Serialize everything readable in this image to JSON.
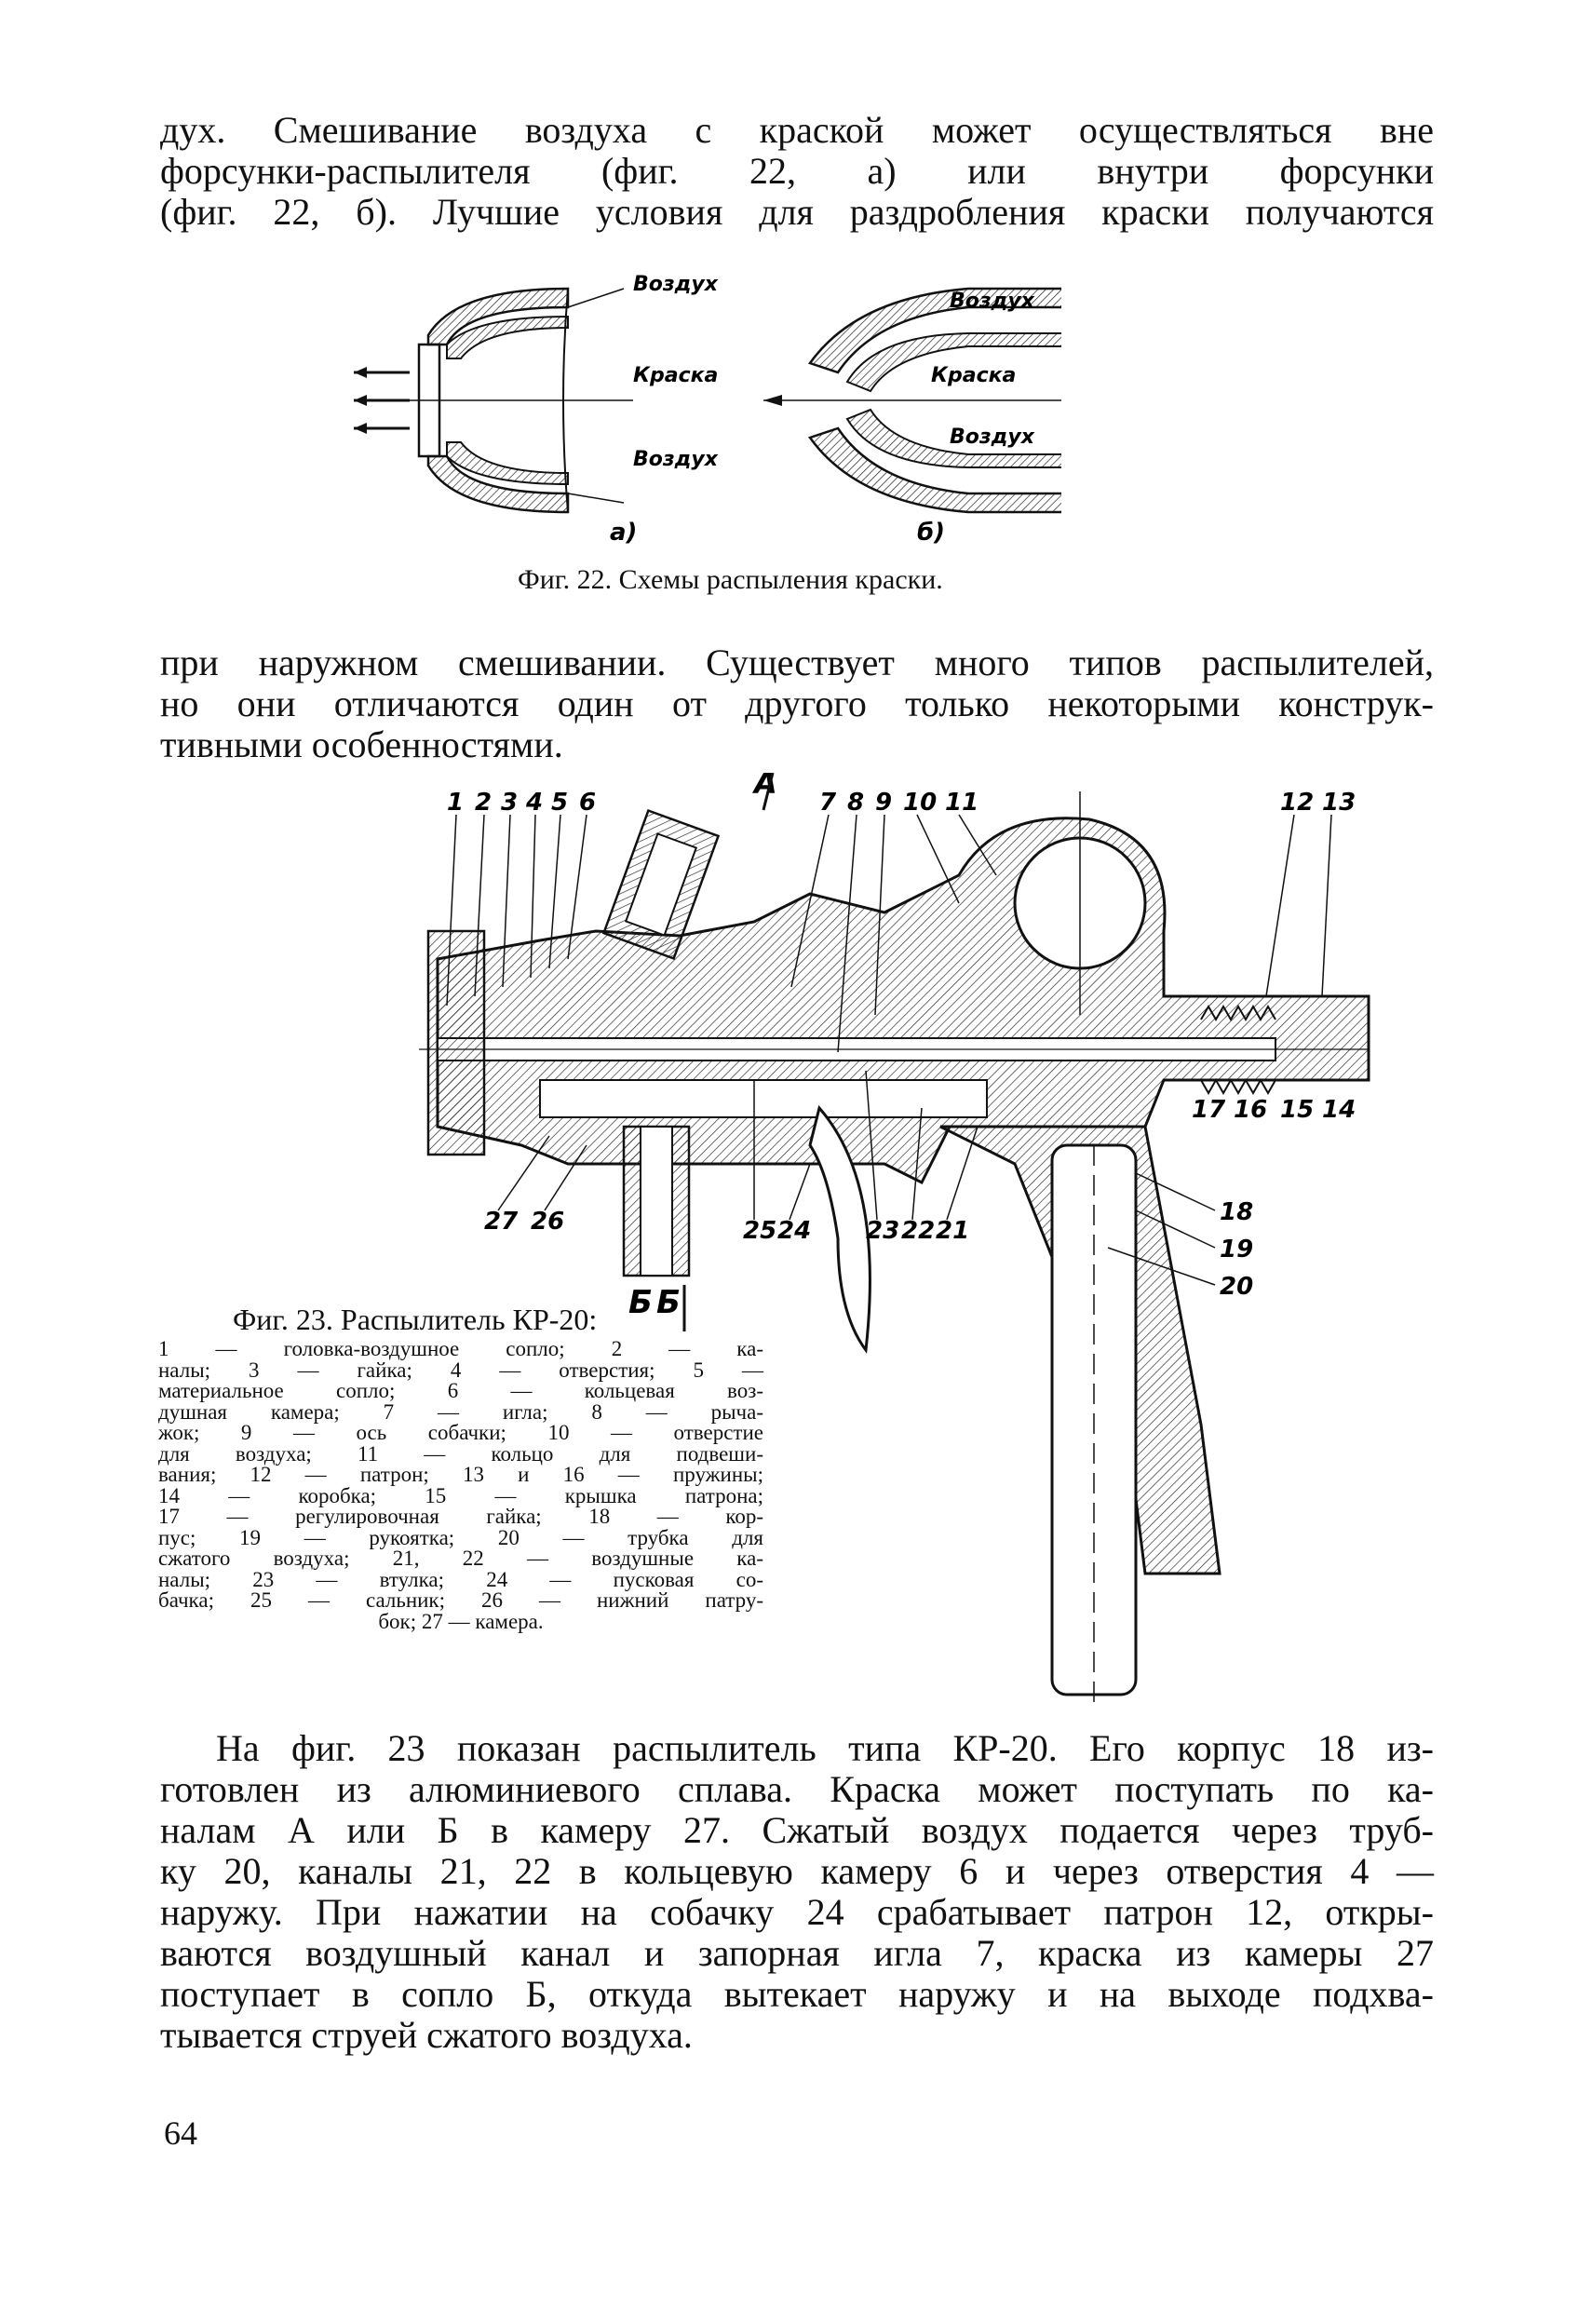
{
  "top_paragraph": [
    "дух. Смешивание воздуха с краской  может  осуществляться вне",
    "форсунки-распылителя   (фиг.   22,   а)     или     внутри   форсунки",
    "(фиг. 22, б). Лучшие условия для раздробления краски получаются"
  ],
  "fig22": {
    "labels_a": [
      "Воздух",
      "Краска",
      "Воздух"
    ],
    "labels_b": [
      "Воздух",
      "Краска",
      "Воздух"
    ],
    "sub_a": "а)",
    "sub_b": "б)",
    "caption": "Фиг. 22. Схемы распыления краски."
  },
  "middle_paragraph": [
    "при наружном смешивании. Существует много типов распылителей,",
    "но они отличаются один от другого только некоторыми конструк-",
    "тивными особенностями."
  ],
  "fig23": {
    "top_numbers": [
      "1",
      "2",
      "3",
      "4",
      "5",
      "6",
      "7",
      "8",
      "9",
      "10",
      "11",
      "12",
      "13"
    ],
    "letter_a": "А",
    "right_numbers": [
      "17",
      "16",
      "15",
      "14"
    ],
    "side_numbers": [
      "18",
      "19",
      "20"
    ],
    "bottom_numbers": [
      "27",
      "26",
      "25",
      "24",
      "23",
      "22",
      "21"
    ],
    "letter_b": "Б",
    "caption": "Фиг. 23. Распылитель КР-20:",
    "legend": [
      "1  —  головка-воздушное  сопло;  2  —  ка-",
      "налы;  3  —  гайка;  4  —  отверстия;  5  —",
      "материальное  сопло;  6  —  кольцевая  воз-",
      "душная  камера;  7  —  игла;  8  —  рыча-",
      "жок;  9  —  ось  собачки;  10  —  отверстие",
      "для  воздуха;  11  —  кольцо  для  подвеши-",
      "вания;  12  —  патрон;  13  и  16  —  пружины;",
      "14  —  коробка;  15  —  крышка  патрона;",
      "17  —  регулировочная  гайка;  18  —  кор-",
      "пус;  19  —  рукоятка;  20  —  трубка  для",
      "сжатого  воздуха;  21,  22  —  воздушные  ка-",
      "налы;  23  —  втулка;  24  —  пусковая  со-",
      "бачка;  25  —  сальник;  26  —  нижний  патру-",
      "бок;  27  —  камера."
    ]
  },
  "bottom_paragraph": [
    "На фиг. 23 показан распылитель типа КР-20. Его корпус 18 из-",
    "готовлен из алюминиевого сплава. Краска может поступать по ка-",
    "налам А или Б в камеру 27. Сжатый воздух подается через труб-",
    "ку 20, каналы 21, 22 в кольцевую камеру 6 и через отверстия 4 —",
    "наружу. При нажатии на собачку 24 срабатывает патрон 12, откры-",
    "ваются воздушный канал и запорная игла 7, краска из камеры 27",
    "поступает в сопло Б, откуда вытекает наружу и на выходе подхва-",
    "тывается струей сжатого воздуха."
  ],
  "page_number": "64"
}
